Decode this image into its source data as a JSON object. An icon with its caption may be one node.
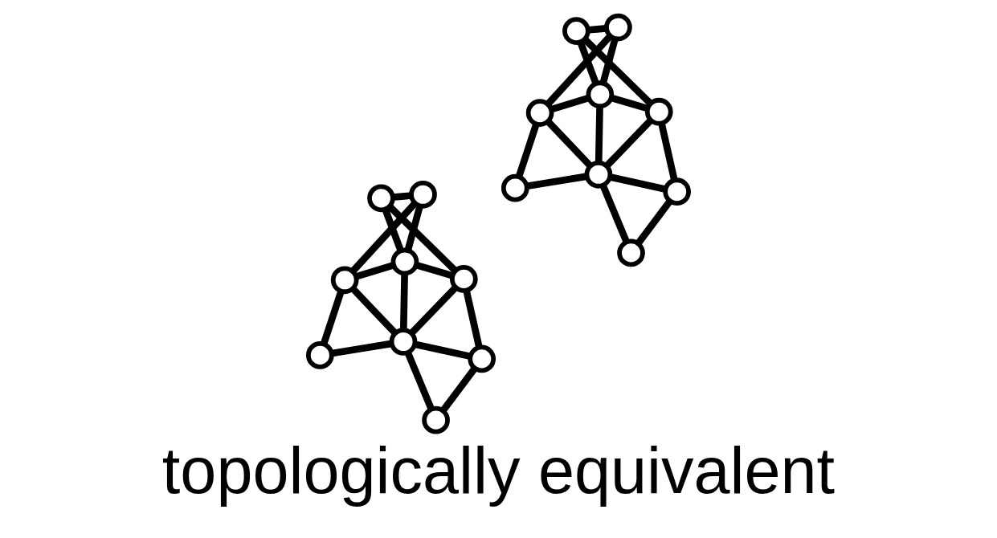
{
  "diagram": {
    "caption": "topologically equivalent",
    "nodes": [
      {
        "text": [],
        "shape": "circle"
      },
      {
        "text": [],
        "shape": "circle"
      },
      {
        "text": [],
        "shape": "circle"
      },
      {
        "text": [],
        "shape": "circle"
      },
      {
        "text": [],
        "shape": "circle"
      },
      {
        "text": [],
        "shape": "circle"
      },
      {
        "text": [],
        "shape": "circle"
      },
      {
        "text": [],
        "shape": "circle"
      },
      {
        "text": [],
        "shape": "circle"
      },
      {
        "text": [],
        "shape": "circle"
      },
      {
        "text": [],
        "shape": "circle"
      },
      {
        "text": [],
        "shape": "circle"
      },
      {
        "text": [],
        "shape": "circle"
      },
      {
        "text": [],
        "shape": "circle"
      },
      {
        "text": [],
        "shape": "circle"
      },
      {
        "text": [],
        "shape": "circle"
      },
      {
        "text": [],
        "shape": "circle"
      },
      {
        "text": [],
        "shape": "circle"
      }
    ],
    "edges": [
      {
        "from": 0,
        "to": 1,
        "arrow": "none"
      },
      {
        "from": 0,
        "to": 2,
        "arrow": "none"
      },
      {
        "from": 0,
        "to": 3,
        "arrow": "none"
      },
      {
        "from": 1,
        "to": 2,
        "arrow": "none"
      },
      {
        "from": 1,
        "to": 4,
        "arrow": "none"
      },
      {
        "from": 2,
        "to": 3,
        "arrow": "none"
      },
      {
        "from": 2,
        "to": 5,
        "arrow": "none"
      },
      {
        "from": 2,
        "to": 4,
        "arrow": "none"
      },
      {
        "from": 3,
        "to": 5,
        "arrow": "none"
      },
      {
        "from": 3,
        "to": 7,
        "arrow": "none"
      },
      {
        "from": 5,
        "to": 4,
        "arrow": "none"
      },
      {
        "from": 5,
        "to": 7,
        "arrow": "none"
      },
      {
        "from": 5,
        "to": 8,
        "arrow": "none"
      },
      {
        "from": 5,
        "to": 6,
        "arrow": "none"
      },
      {
        "from": 4,
        "to": 6,
        "arrow": "none"
      },
      {
        "from": 7,
        "to": 8,
        "arrow": "none"
      },
      {
        "from": 9,
        "to": 10,
        "arrow": "none"
      },
      {
        "from": 9,
        "to": 11,
        "arrow": "none"
      },
      {
        "from": 9,
        "to": 12,
        "arrow": "none"
      },
      {
        "from": 10,
        "to": 11,
        "arrow": "none"
      },
      {
        "from": 10,
        "to": 13,
        "arrow": "none"
      },
      {
        "from": 11,
        "to": 12,
        "arrow": "none"
      },
      {
        "from": 11,
        "to": 14,
        "arrow": "none"
      },
      {
        "from": 11,
        "to": 13,
        "arrow": "none"
      },
      {
        "from": 12,
        "to": 14,
        "arrow": "none"
      },
      {
        "from": 12,
        "to": 16,
        "arrow": "none"
      },
      {
        "from": 14,
        "to": 13,
        "arrow": "none"
      },
      {
        "from": 14,
        "to": 16,
        "arrow": "none"
      },
      {
        "from": 14,
        "to": 17,
        "arrow": "none"
      },
      {
        "from": 14,
        "to": 15,
        "arrow": "none"
      },
      {
        "from": 13,
        "to": 15,
        "arrow": "none"
      },
      {
        "from": 16,
        "to": 17,
        "arrow": "none"
      }
    ]
  }
}
